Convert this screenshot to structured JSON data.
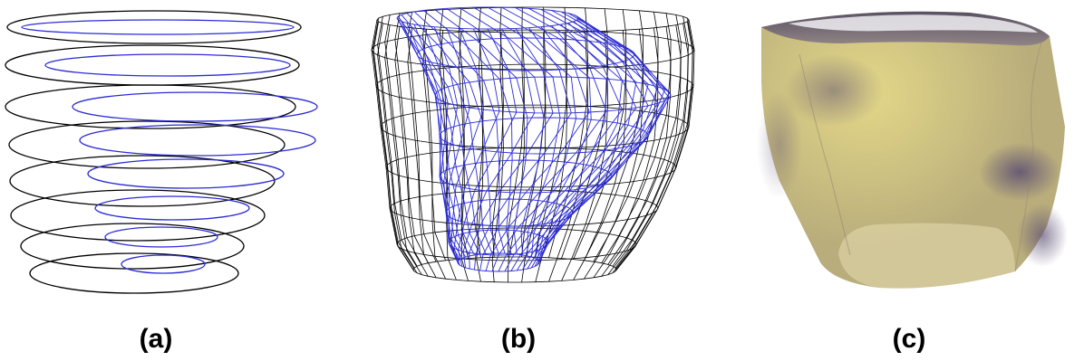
{
  "panels": [
    {
      "id": "a",
      "caption": "(a)"
    },
    {
      "id": "b",
      "caption": "(b)"
    },
    {
      "id": "c",
      "caption": "(c)"
    }
  ],
  "colors": {
    "outer_contour": "#000000",
    "inner_contour": "#2b2bd6",
    "surface_light": "#ddd18a",
    "surface_dark": "#5a4f6e"
  }
}
